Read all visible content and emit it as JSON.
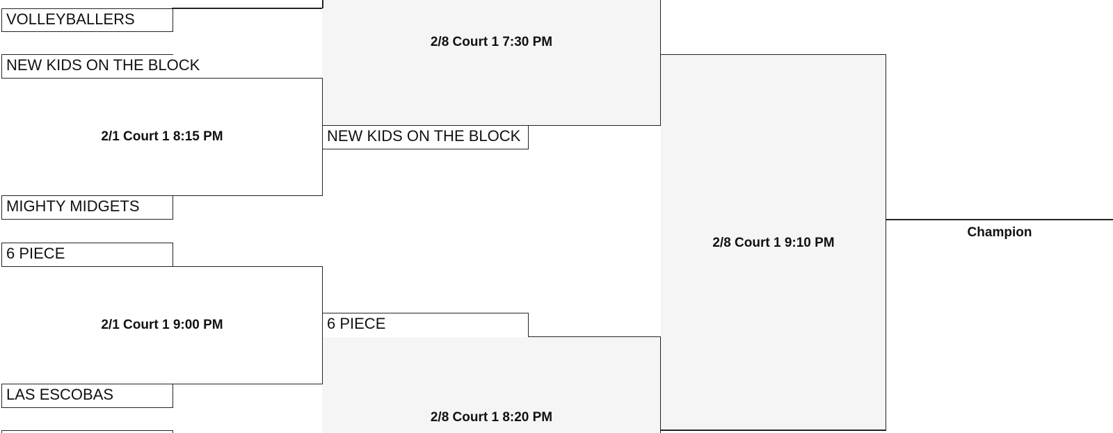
{
  "round1": {
    "teams": [
      "VOLLEYBALLERS",
      "NEW KIDS ON THE BLOCK",
      "MIGHTY MIDGETS",
      "6 PIECE",
      "LAS ESCOBAS"
    ],
    "matches": [
      "2/1 Court 1 8:15 PM",
      "2/1 Court 1 9:00 PM"
    ]
  },
  "round2": {
    "teams": [
      "NEW KIDS ON THE BLOCK",
      "6 PIECE"
    ],
    "matches": [
      "2/8 Court 1 7:30 PM",
      "2/8 Court 1 8:20 PM"
    ]
  },
  "final": {
    "match": "2/8 Court 1 9:10 PM",
    "champion_label": "Champion"
  },
  "colors": {
    "line": "#222222",
    "shade": "#f5f5f5"
  }
}
